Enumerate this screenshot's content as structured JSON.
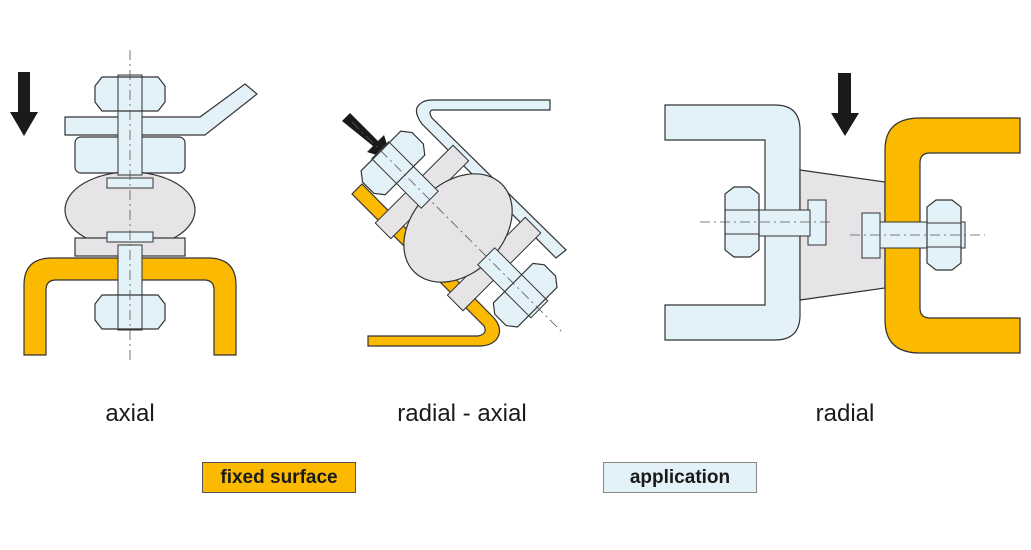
{
  "captions": {
    "axial": "axial",
    "radial_axial": "radial - axial",
    "radial": "radial"
  },
  "legend": {
    "fixed_surface": "fixed surface",
    "application": "application"
  },
  "colors": {
    "fixed": "#fbb900",
    "application": "#e3f2f8",
    "rubber": "#e6e4e6",
    "outline": "#333333",
    "arrow": "#1a1a1a"
  }
}
